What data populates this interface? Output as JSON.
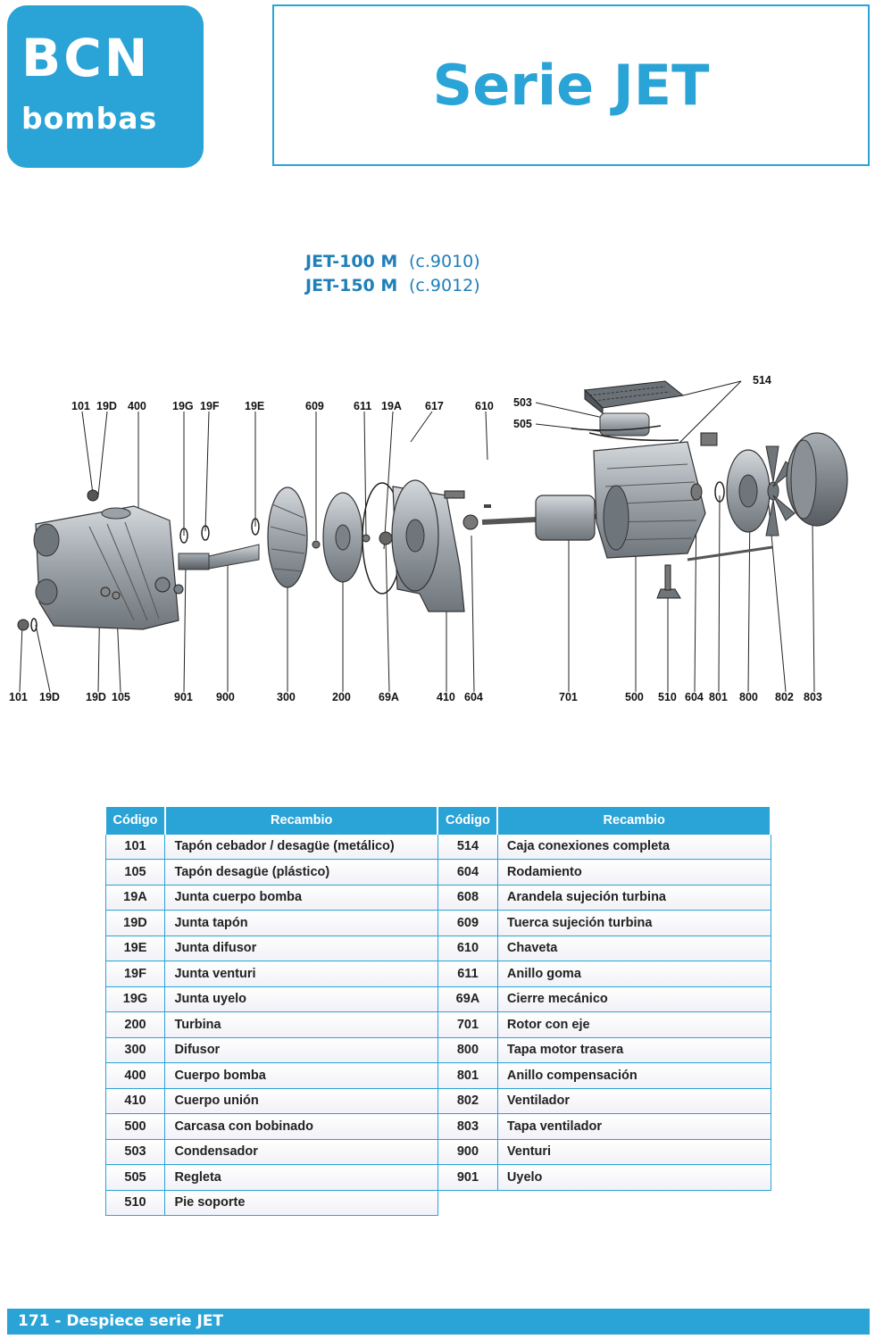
{
  "brand": {
    "name": "BCN",
    "sub": "bombas"
  },
  "title": "Serie JET",
  "models": [
    {
      "name": "JET-100 M",
      "code": "(c.9010)"
    },
    {
      "name": "JET-150 M",
      "code": "(c.9012)"
    }
  ],
  "diagram": {
    "top_labels": [
      "101",
      "19D",
      "400",
      "19G",
      "19F",
      "19E",
      "609",
      "611",
      "19A",
      "617",
      "610",
      "503",
      "505",
      "514"
    ],
    "bottom_labels": [
      "101",
      "19D",
      "19D",
      "105",
      "901",
      "900",
      "300",
      "200",
      "69A",
      "410",
      "604",
      "701",
      "500",
      "510",
      "604",
      "801",
      "800",
      "802",
      "803"
    ]
  },
  "table": {
    "headers": [
      "Código",
      "Recambio",
      "Código",
      "Recambio"
    ],
    "left": [
      {
        "code": "101",
        "name": "Tapón cebador / desagüe (metálico)"
      },
      {
        "code": "105",
        "name": "Tapón desagüe (plástico)"
      },
      {
        "code": "19A",
        "name": "Junta cuerpo bomba"
      },
      {
        "code": "19D",
        "name": "Junta tapón"
      },
      {
        "code": "19E",
        "name": "Junta difusor"
      },
      {
        "code": "19F",
        "name": "Junta venturi"
      },
      {
        "code": "19G",
        "name": "Junta uyelo"
      },
      {
        "code": "200",
        "name": "Turbina"
      },
      {
        "code": "300",
        "name": "Difusor"
      },
      {
        "code": "400",
        "name": "Cuerpo bomba"
      },
      {
        "code": "410",
        "name": "Cuerpo unión"
      },
      {
        "code": "500",
        "name": "Carcasa con bobinado"
      },
      {
        "code": "503",
        "name": "Condensador"
      },
      {
        "code": "505",
        "name": "Regleta"
      },
      {
        "code": "510",
        "name": "Pie soporte"
      }
    ],
    "right": [
      {
        "code": "514",
        "name": "Caja conexiones completa"
      },
      {
        "code": "604",
        "name": "Rodamiento"
      },
      {
        "code": "608",
        "name": "Arandela sujeción turbina"
      },
      {
        "code": "609",
        "name": "Tuerca sujeción turbina"
      },
      {
        "code": "610",
        "name": "Chaveta"
      },
      {
        "code": "611",
        "name": "Anillo goma"
      },
      {
        "code": "69A",
        "name": "Cierre mecánico"
      },
      {
        "code": "701",
        "name": "Rotor con eje"
      },
      {
        "code": "800",
        "name": "Tapa motor trasera"
      },
      {
        "code": "801",
        "name": "Anillo compensación"
      },
      {
        "code": "802",
        "name": "Ventilador"
      },
      {
        "code": "803",
        "name": "Tapa ventilador"
      },
      {
        "code": "900",
        "name": "Venturi"
      },
      {
        "code": "901",
        "name": "Uyelo"
      }
    ]
  },
  "footer": "171 - Despiece serie JET",
  "colors": {
    "accent": "#2aa3d6",
    "model_text": "#1f7fb8"
  }
}
